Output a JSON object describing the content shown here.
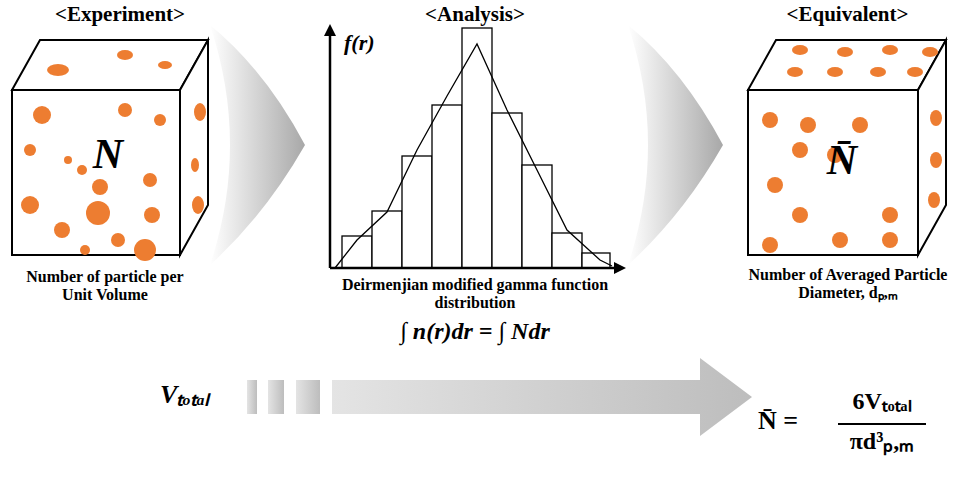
{
  "diagram": {
    "nodes": [
      {
        "text": [
          "N"
        ]
      },
      {
        "text": [
          "N̄"
        ]
      }
    ],
    "labels": [
      "<Experiment>",
      "<Analysis>",
      "<Equivalent>",
      "f(r)",
      "Number of particle per Unit Volume",
      "Deirmenjian modified gamma function distribution",
      "∫ n(r)dr = ∫ Ndr",
      "Number of Averaged Particle Diameter, dₚ,ₘ",
      "Vₜₒₜₐₗ",
      "N̄ =",
      "6Vₜₒₜₐₗ",
      "πd³ₚ,ₘ"
    ]
  }
}
